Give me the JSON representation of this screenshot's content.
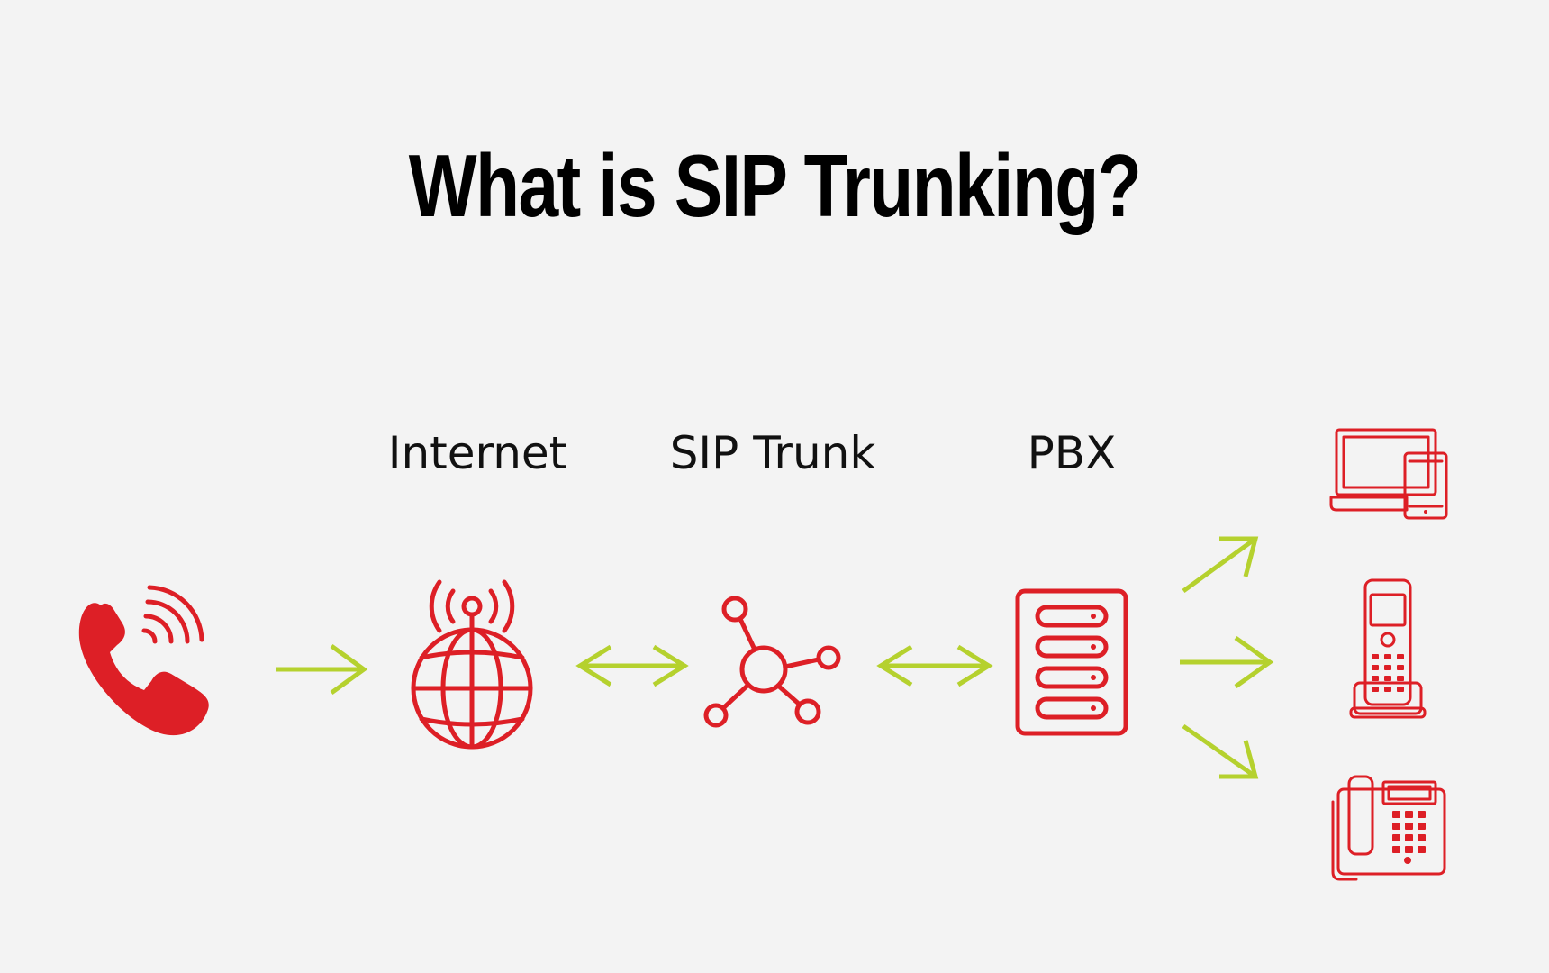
{
  "title": "What is SIP Trunking?",
  "labels": {
    "internet": "Internet",
    "sip_trunk": "SIP Trunk",
    "pbx": "PBX"
  },
  "icons": {
    "caller": "phone-call-icon",
    "internet": "globe-antenna-icon",
    "sip_trunk": "network-hub-icon",
    "pbx": "server-rack-icon",
    "endpoint_1": "laptop-mobile-icon",
    "endpoint_2": "cordless-phone-icon",
    "endpoint_3": "desk-phone-icon"
  },
  "colors": {
    "background": "#f3f3f3",
    "icon": "#dd1f26",
    "arrow": "#b5d12e",
    "text": "#000000"
  }
}
